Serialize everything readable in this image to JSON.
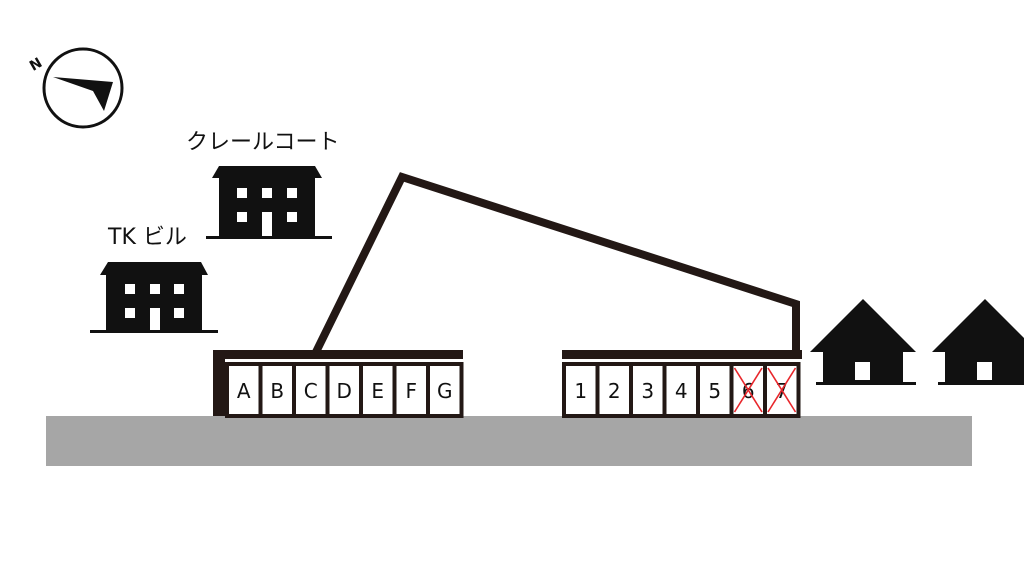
{
  "compass": {
    "label": "N",
    "icon": "north-arrow-icon"
  },
  "buildings": [
    {
      "label": "クレールコート",
      "icon": "apartment-building-icon"
    },
    {
      "label": "TK ビル",
      "icon": "apartment-building-icon"
    }
  ],
  "parking_left": {
    "spaces": [
      "A",
      "B",
      "C",
      "D",
      "E",
      "F",
      "G"
    ]
  },
  "parking_right": {
    "spaces": [
      {
        "label": "1",
        "unavailable": false
      },
      {
        "label": "2",
        "unavailable": false
      },
      {
        "label": "3",
        "unavailable": false
      },
      {
        "label": "4",
        "unavailable": false
      },
      {
        "label": "5",
        "unavailable": false
      },
      {
        "label": "6",
        "unavailable": true
      },
      {
        "label": "7",
        "unavailable": true
      }
    ]
  },
  "houses": [
    {
      "icon": "house-icon"
    },
    {
      "icon": "house-icon"
    }
  ],
  "colors": {
    "road": "#a6a6a6",
    "structure": "#231815",
    "unavailable_mark": "#e8262b",
    "icon": "#111111"
  }
}
